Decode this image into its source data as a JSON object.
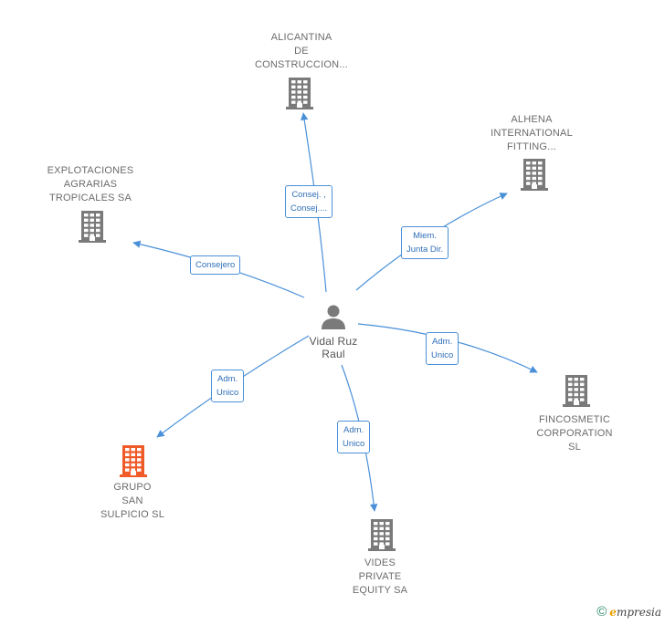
{
  "center": {
    "label_lines": [
      "Vidal Ruz",
      "Raul"
    ]
  },
  "companies": [
    {
      "id": "alicantina",
      "lines": [
        "ALICANTINA",
        "DE",
        "CONSTRUCCION..."
      ],
      "relation_lines": [
        "Consej. ,",
        "Consej...."
      ],
      "color": "#7a7a7a"
    },
    {
      "id": "alhena",
      "lines": [
        "ALHENA",
        "INTERNATIONAL",
        "FITTING..."
      ],
      "relation_lines": [
        "Miem.",
        "Junta Dir."
      ],
      "color": "#7a7a7a"
    },
    {
      "id": "explotaciones",
      "lines": [
        "EXPLOTACIONES",
        "AGRARIAS",
        "TROPICALES SA"
      ],
      "relation_lines": [
        "Consejero"
      ],
      "color": "#7a7a7a"
    },
    {
      "id": "fincosmetic",
      "lines": [
        "FINCOSMETIC",
        "CORPORATION",
        "SL"
      ],
      "relation_lines": [
        "Adm.",
        "Unico"
      ],
      "color": "#7a7a7a"
    },
    {
      "id": "grupo",
      "lines": [
        "GRUPO",
        "SAN",
        "SULPICIO  SL"
      ],
      "relation_lines": [
        "Adm.",
        "Unico"
      ],
      "color": "#f05a28"
    },
    {
      "id": "vides",
      "lines": [
        "VIDES",
        "PRIVATE",
        "EQUITY SA"
      ],
      "relation_lines": [
        "Adm.",
        "Unico"
      ],
      "color": "#7a7a7a"
    }
  ],
  "footer": {
    "copyright_symbol": "©",
    "brand_initial": "e",
    "brand_rest": "mpresia"
  },
  "colors": {
    "edge": "#4a90d9",
    "label": "#6b6b6b",
    "highlight": "#f05a28"
  }
}
